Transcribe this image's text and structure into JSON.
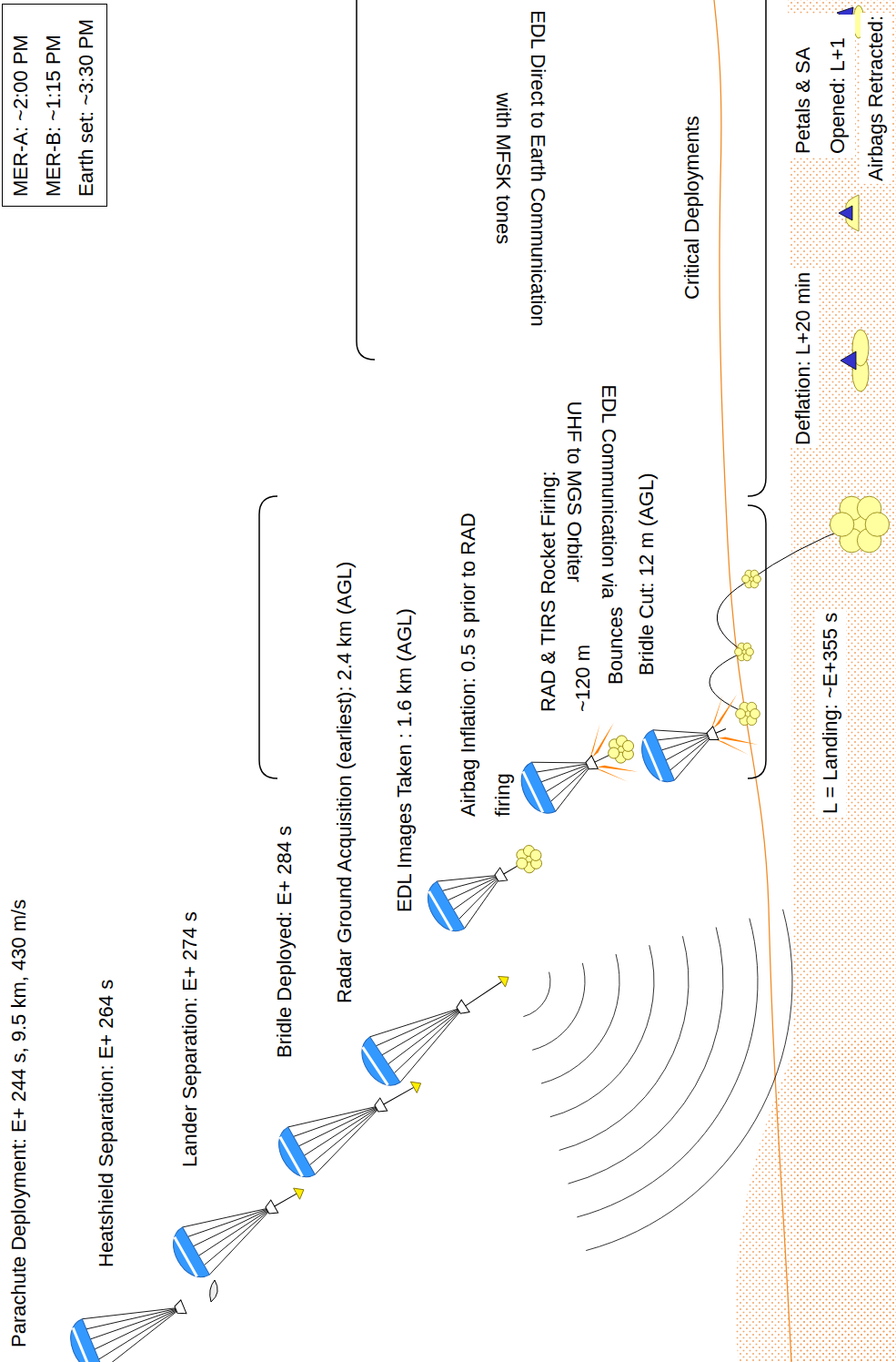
{
  "diagram": {
    "nodes": [
      {
        "text": [
          "MER-A: ~2:00 PM",
          "MER-B: ~1:15 PM",
          "Earth set: ~3:30 PM"
        ]
      }
    ],
    "labels": [
      "Parachute Deployment: E+ 244 s, 9.5 km, 430 m/s",
      "Heatshield Separation: E+ 264 s",
      "Lander Separation: E+ 274 s",
      "Bridle Deployed: E+ 284 s",
      "Radar Ground Acquisition (earliest): 2.4 km (AGL)",
      "EDL Images Taken : 1.6 km (AGL)",
      "Airbag Inflation: 0.5 s prior to RAD firing",
      "RAD & TIRS Rocket Firing: ~120 m",
      "Bridle Cut: 12 m (AGL)",
      "Bounces",
      "EDL Communication via UHF to MGS Orbiter",
      "EDL Direct to Earth Communication with MFSK tones",
      "Critical Deployments",
      "L = Landing: ~E+355 s",
      "Deflation: L+20 min",
      "Petals & SA Opened: L+1",
      "Airbags Retracted:"
    ]
  }
}
